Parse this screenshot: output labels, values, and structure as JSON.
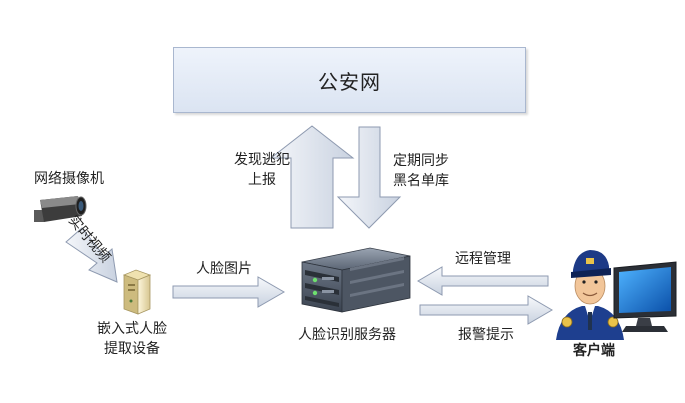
{
  "police_network": {
    "label": "公安网"
  },
  "flows": {
    "upload_fugitive_line1": "发现逃犯",
    "upload_fugitive_line2": "上报",
    "sync_blacklist_line1": "定期同步",
    "sync_blacklist_line2": "黑名单库",
    "realtime_video": "实时视频",
    "face_image": "人脸图片",
    "remote_management": "远程管理",
    "alarm_notice": "报警提示"
  },
  "nodes": {
    "network_camera": "网络摄像机",
    "embedded_device_line1": "嵌入式人脸",
    "embedded_device_line2": "提取设备",
    "face_server": "人脸识别服务器",
    "client": "客户端"
  },
  "colors": {
    "arrow_fill_top": "#f4f6fa",
    "arrow_fill_bottom": "#c9d2e0",
    "arrow_stroke": "#8e9ab0",
    "box_fill": "#e3eaf5"
  }
}
